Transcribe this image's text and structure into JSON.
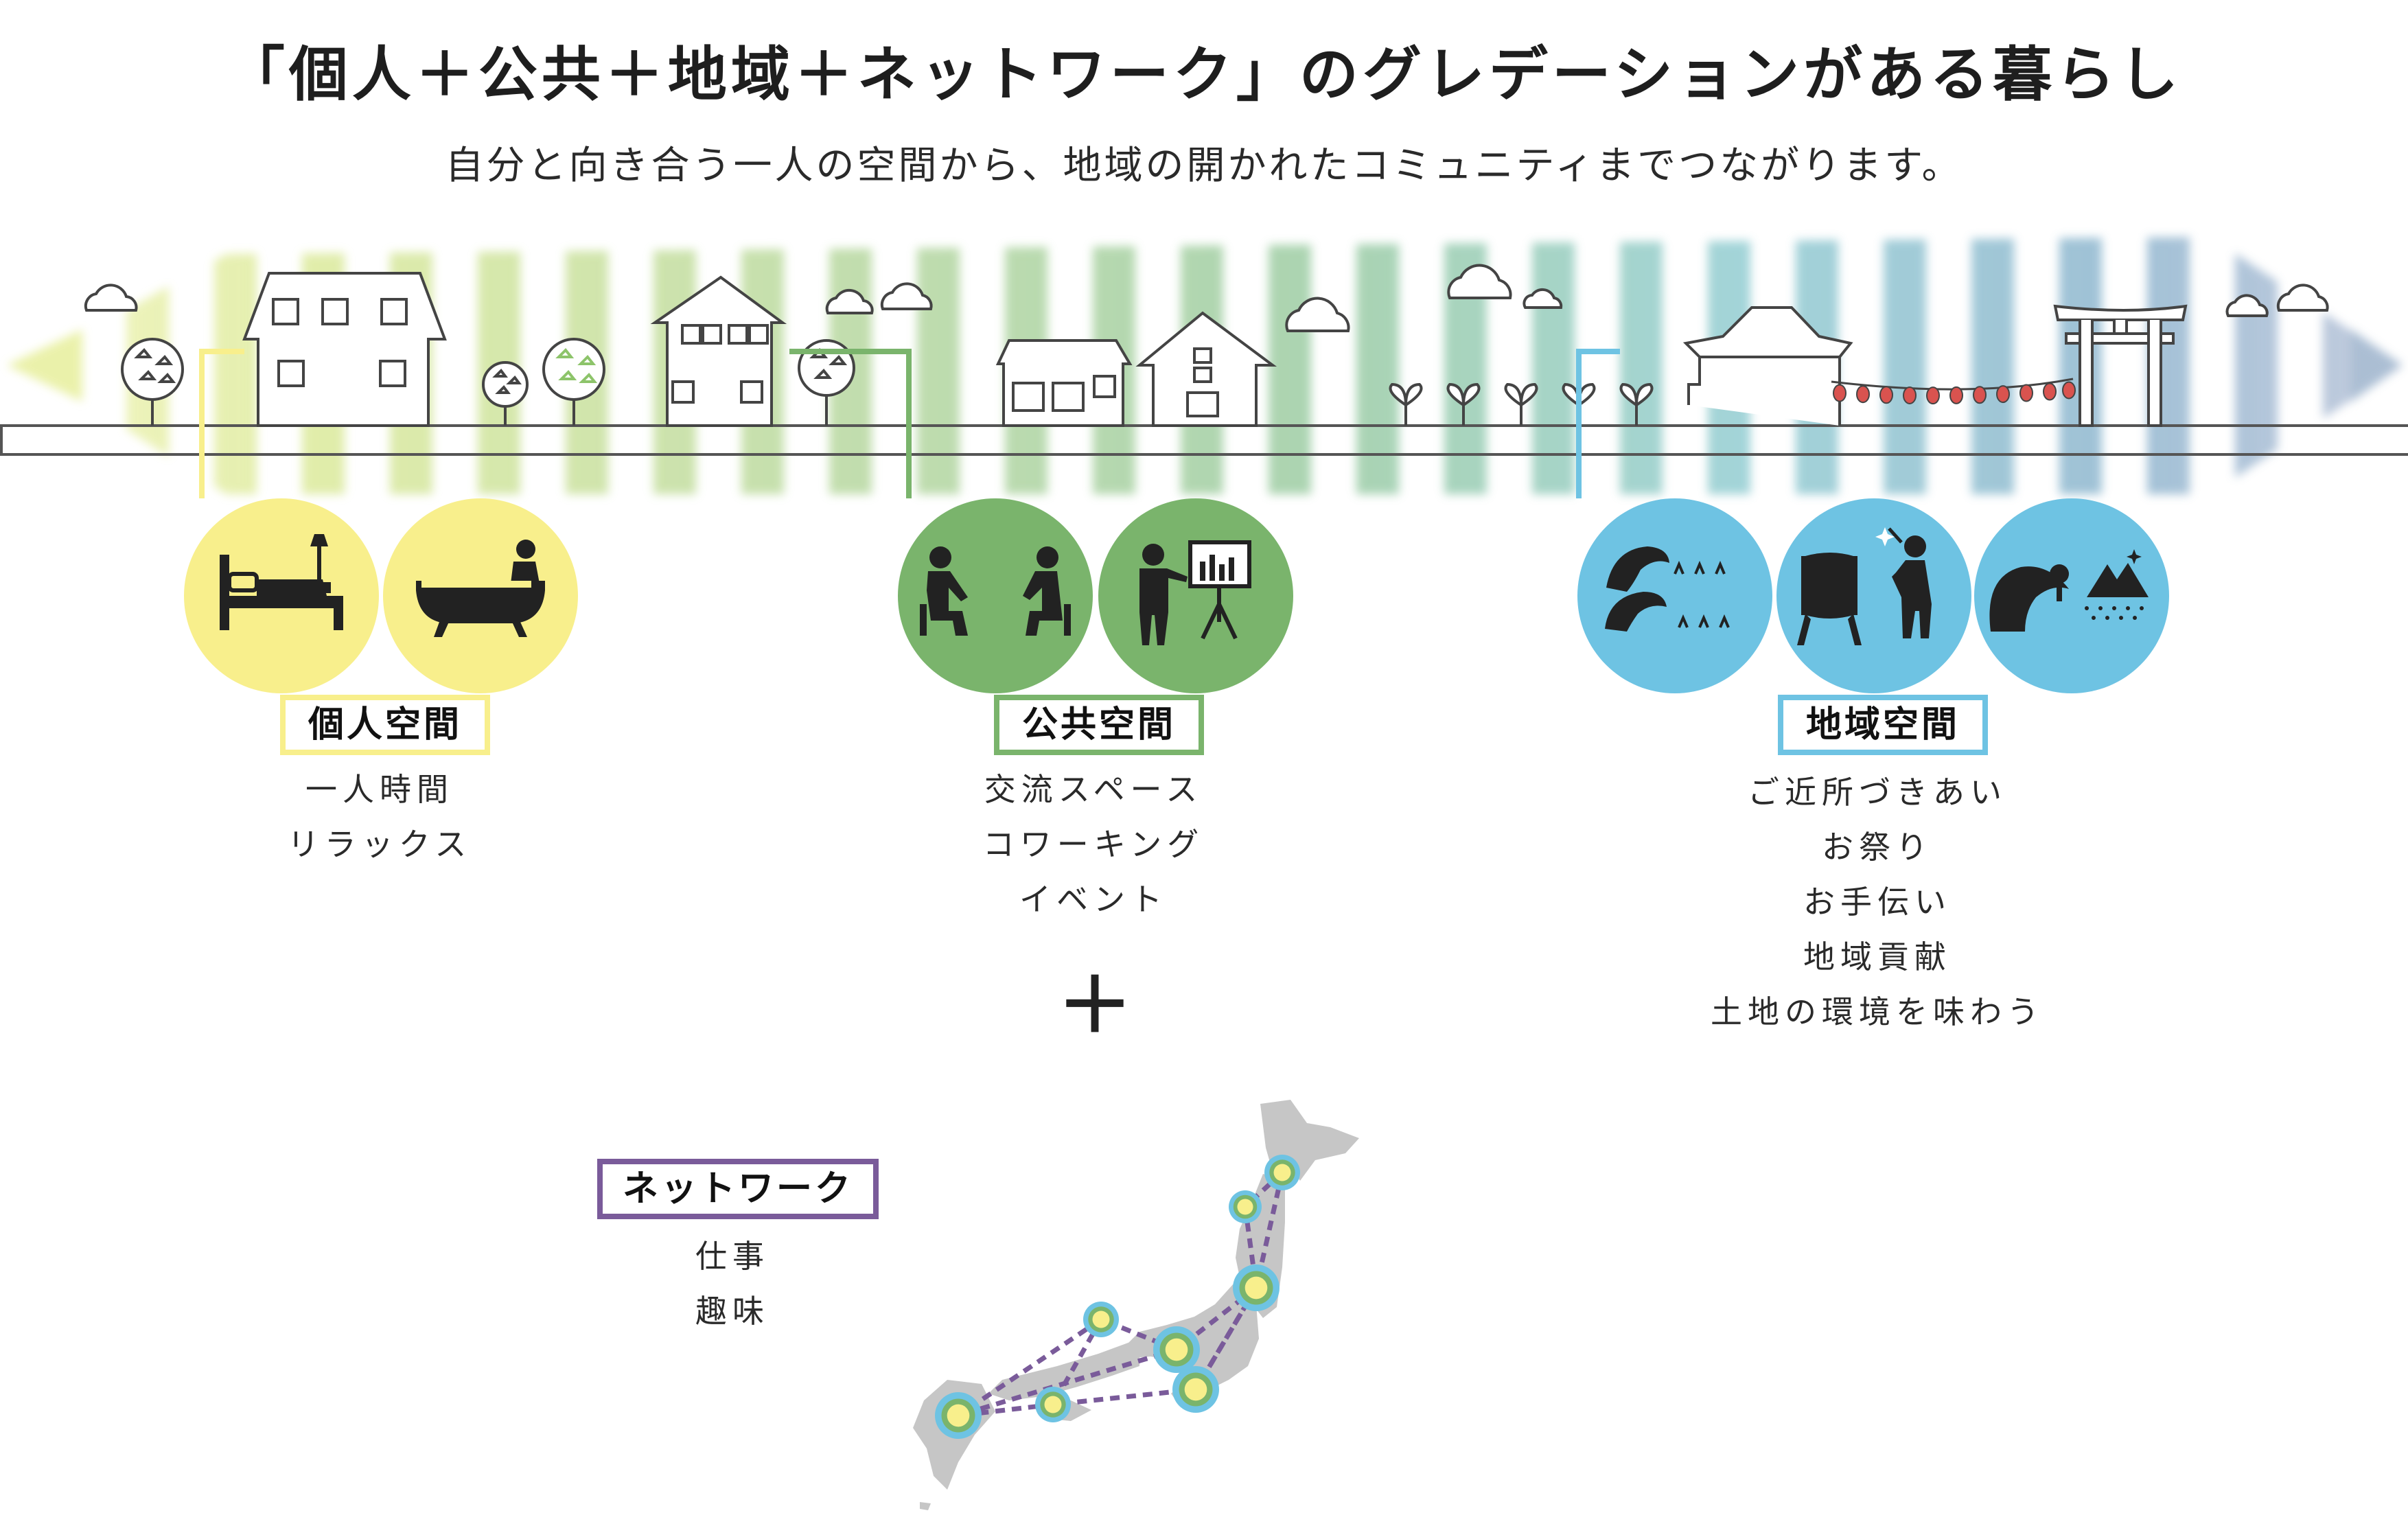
{
  "title": "「個人＋公共＋地域＋ネットワーク」のグレデーションがある暮らし",
  "subtitle": "自分と向き合う一人の空間から、地域の開かれたコミュニティまでつながります。",
  "sections": {
    "personal": {
      "label": "個人空間",
      "color": "#f8ef8c",
      "items": [
        "一人時間",
        "リラックス"
      ],
      "icons": [
        "bed-icon",
        "bathtub-icon"
      ]
    },
    "public": {
      "label": "公共空間",
      "color": "#7ab46c",
      "items": [
        "交流スペース",
        "コワーキング",
        "イベント"
      ],
      "icons": [
        "conversation-icon",
        "presentation-icon"
      ]
    },
    "local": {
      "label": "地域空間",
      "color": "#6ec3e3",
      "items": [
        "ご近所づきあい",
        "お祭り",
        "お手伝い",
        "地域貢献",
        "土地の環境を味わう"
      ],
      "icons": [
        "farming-icon",
        "festival-drum-icon",
        "landscape-icon"
      ]
    },
    "network": {
      "label": "ネットワーク",
      "color": "#7a5b9a",
      "items": [
        "仕事",
        "趣味"
      ],
      "icons": [
        "japan-map-icon"
      ]
    }
  },
  "plus_sign": "＋",
  "gradient_colors": [
    "#f8ef8c",
    "#7ab46c",
    "#6ec3e3",
    "#7a5b9a"
  ],
  "lantern_color": "#d9534f",
  "map_node_colors": {
    "outer": "#6ec3e3",
    "middle": "#7ab46c",
    "inner": "#f8ef8c"
  }
}
